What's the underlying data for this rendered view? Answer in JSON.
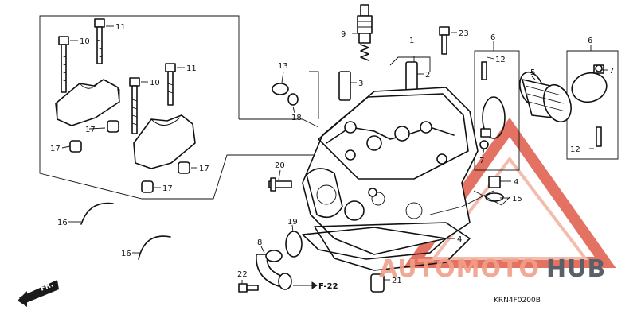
{
  "diagram": {
    "direction_arrow_label": "FR.",
    "reference_label": "F-22",
    "part_code": "KRN4F0200B",
    "callouts": {
      "c1": "1",
      "c2": "2",
      "c3": "3",
      "c4a": "4",
      "c4b": "4",
      "c5": "5",
      "c6a": "6",
      "c6b": "6",
      "c7a": "7",
      "c7b": "7",
      "c8": "8",
      "c9": "9",
      "c10a": "10",
      "c10b": "10",
      "c11a": "11",
      "c11b": "11",
      "c12a": "12",
      "c12b": "12",
      "c13": "13",
      "c15": "15",
      "c16a": "16",
      "c16b": "16",
      "c17a": "17",
      "c17b": "17",
      "c17c": "17",
      "c17d": "17",
      "c18": "18",
      "c19": "19",
      "c20": "20",
      "c21": "21",
      "c22": "22",
      "c23": "23"
    }
  },
  "watermark": {
    "part1": "AUTOMOTO",
    "part2": "HUB",
    "color_primary": "#d9332b",
    "color_secondary": "#f0a08a",
    "color_dark": "#5a6068"
  }
}
